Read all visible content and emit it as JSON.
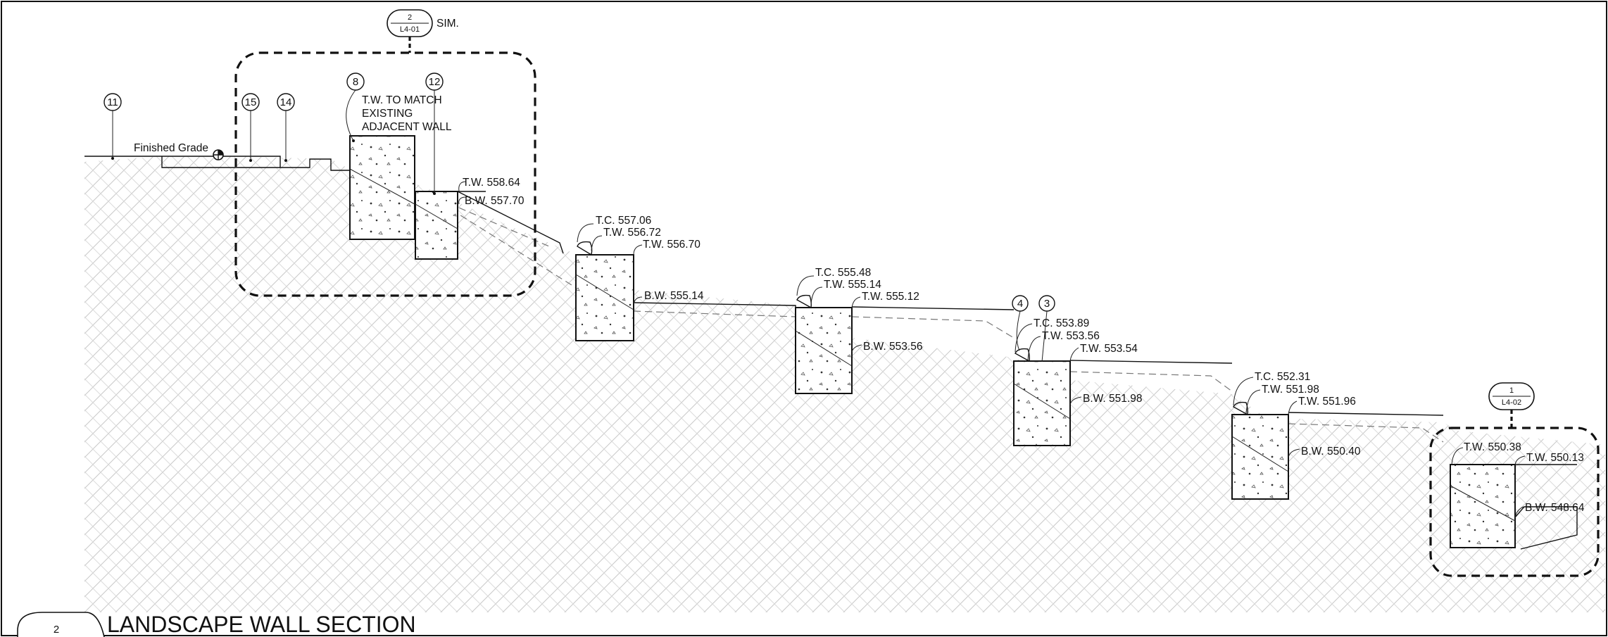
{
  "title": {
    "number": "2",
    "text": "LANDSCAPE WALL SECTION"
  },
  "detail_callouts": [
    {
      "num": "2",
      "sheet": "L4-01",
      "suffix": "SIM."
    },
    {
      "num": "1",
      "sheet": "L4-02",
      "suffix": ""
    }
  ],
  "keynotes": [
    "11",
    "15",
    "14",
    "8",
    "12",
    "4",
    "3"
  ],
  "notes": {
    "finished_grade": "Finished Grade",
    "match_wall": [
      "T.W. TO MATCH",
      "EXISTING",
      "ADJACENT WALL"
    ]
  },
  "elevations": [
    "T.W. 558.64",
    "B.W. 557.70",
    "T.C. 557.06",
    "T.W. 556.72",
    "T.W. 556.70",
    "B.W. 555.14",
    "T.C. 555.48",
    "T.W. 555.14",
    "T.W. 555.12",
    "B.W. 553.56",
    "T.C. 553.89",
    "T.W. 553.56",
    "T.W. 553.54",
    "B.W. 551.98",
    "T.C. 552.31",
    "T.W. 551.98",
    "T.W. 551.96",
    "B.W. 550.40",
    "T.W. 550.38",
    "T.W. 550.13",
    "B.W. 548.64"
  ]
}
